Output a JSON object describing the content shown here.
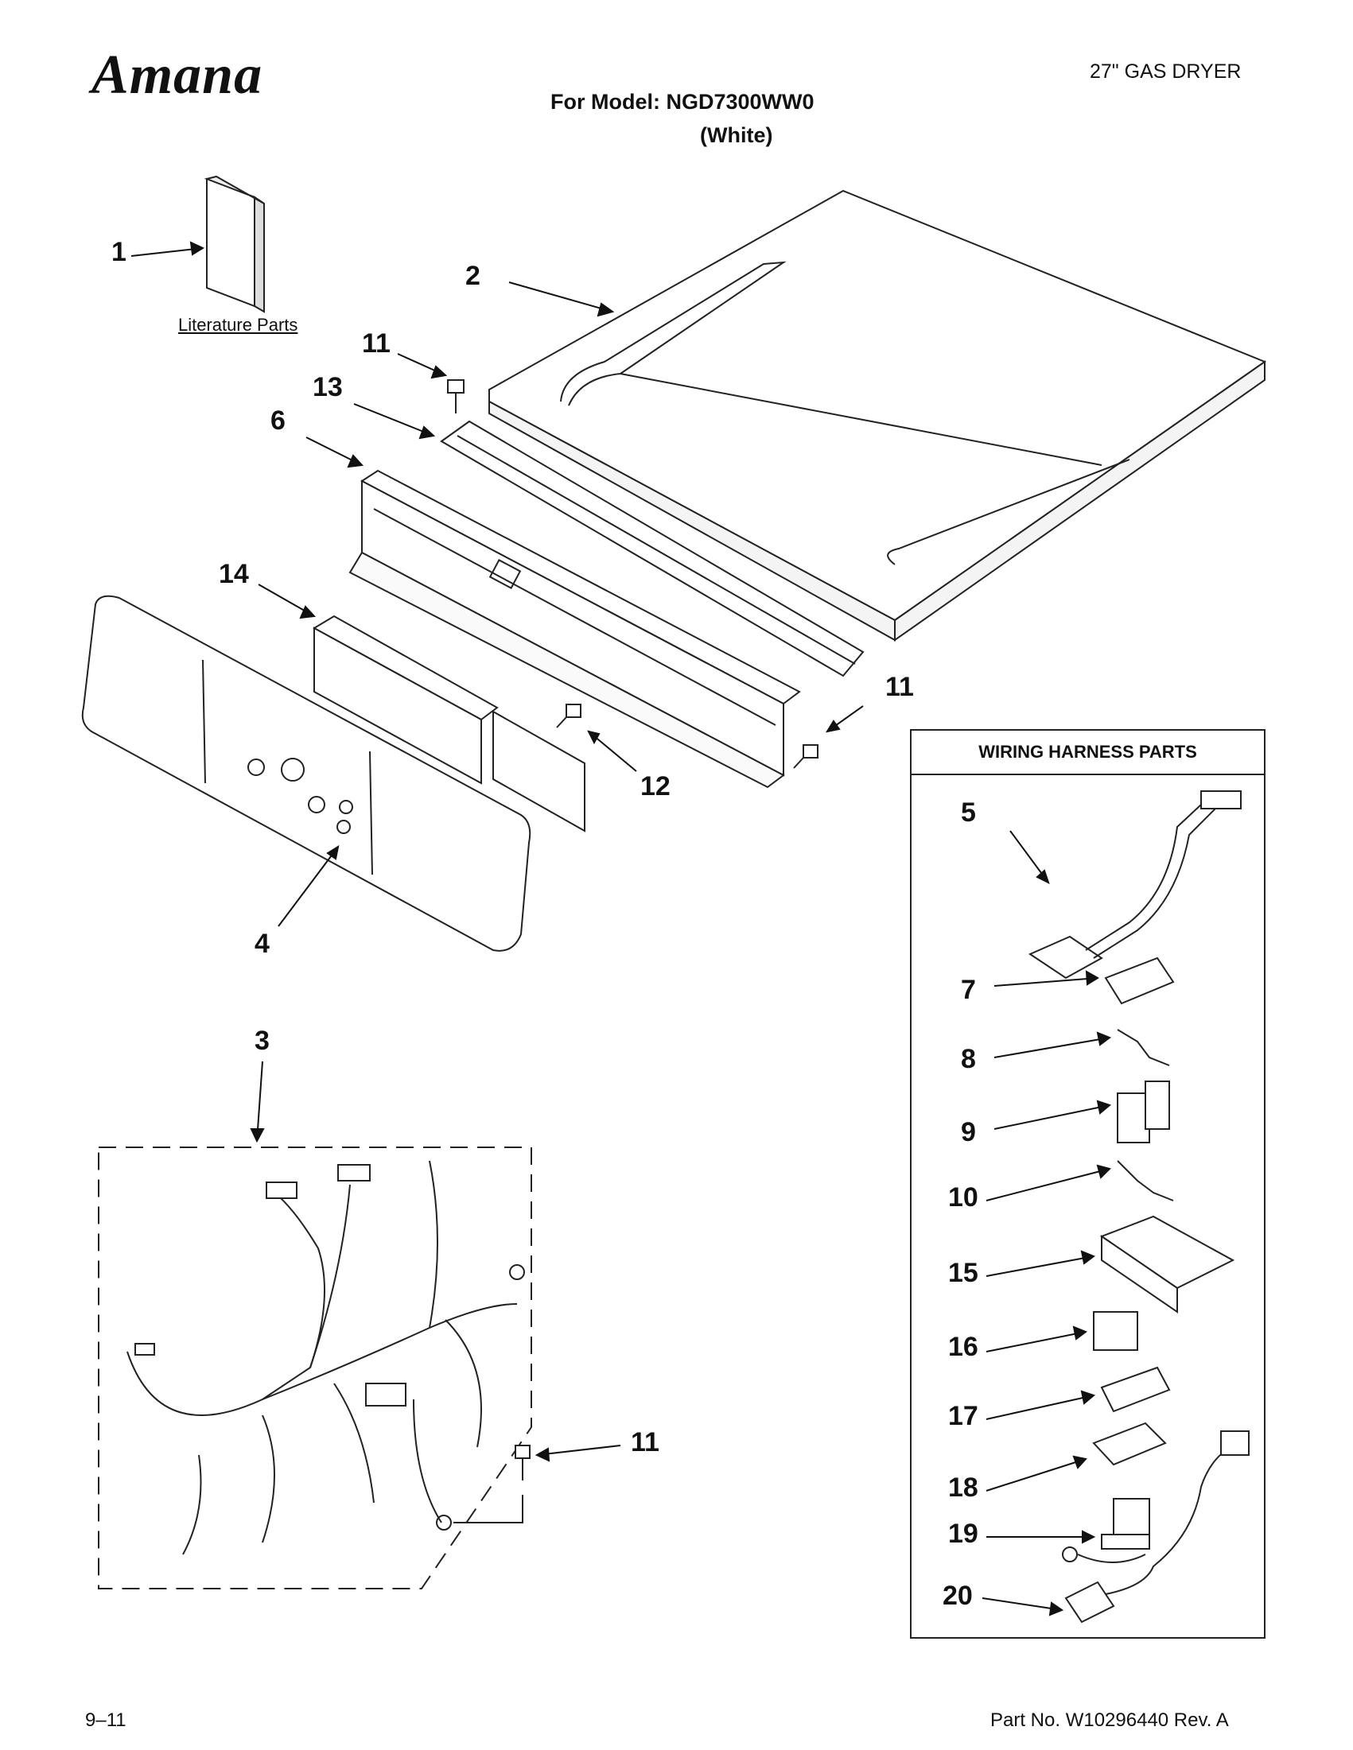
{
  "header": {
    "brand": "Amana",
    "doc_title": "27\" GAS DRYER",
    "model_line": "For Model: NGD7300WW0",
    "color_line": "(White)"
  },
  "literature": {
    "label": "Literature Parts"
  },
  "harness_box": {
    "title": "WIRING HARNESS PARTS"
  },
  "callouts": {
    "c1": "1",
    "c2": "2",
    "c3": "3",
    "c4": "4",
    "c5": "5",
    "c6": "6",
    "c7": "7",
    "c8": "8",
    "c9": "9",
    "c10": "10",
    "c11a": "11",
    "c11b": "11",
    "c11c": "11",
    "c12": "12",
    "c13": "13",
    "c14": "14",
    "c15": "15",
    "c16": "16",
    "c17": "17",
    "c18": "18",
    "c19": "19",
    "c20": "20"
  },
  "footer": {
    "page": "9–11",
    "part_no": "Part No. W10296440 Rev. A"
  }
}
